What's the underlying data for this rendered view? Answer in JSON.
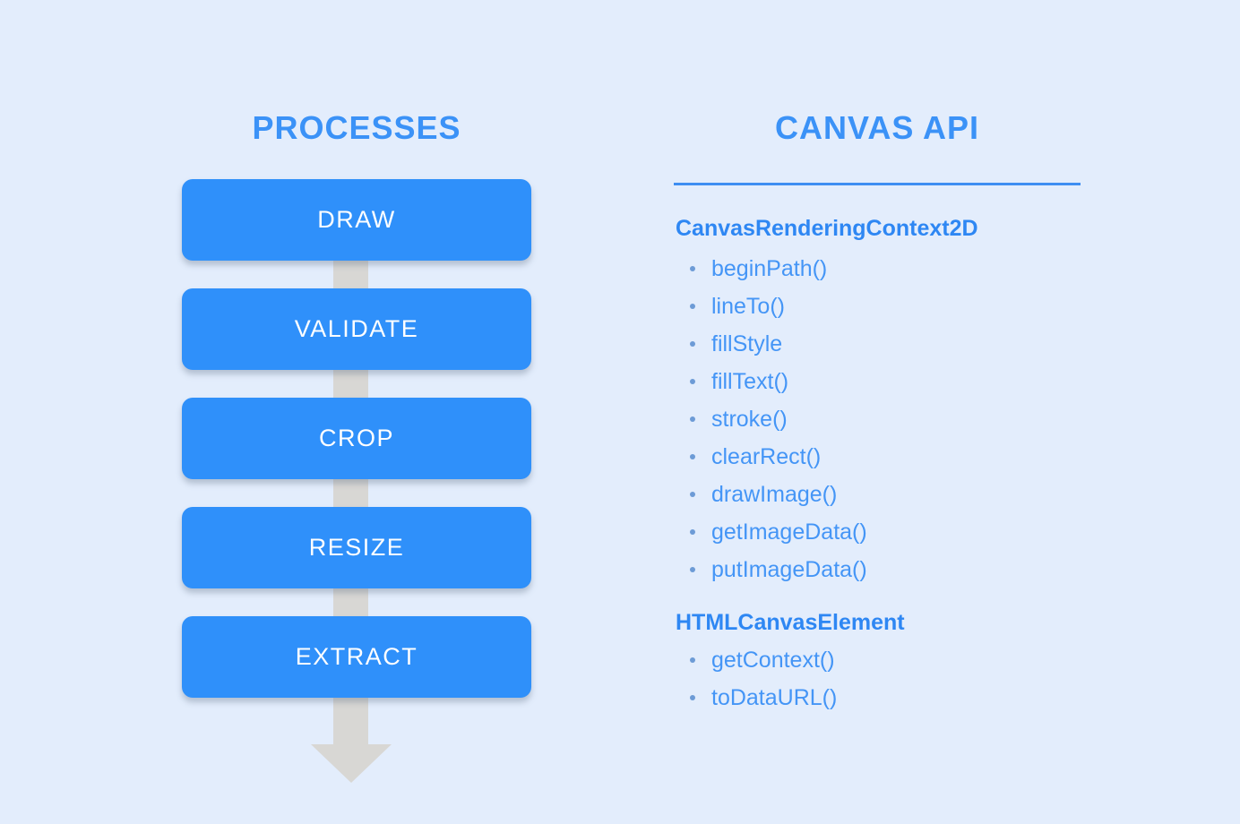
{
  "colors": {
    "background": "#e3edfc",
    "accent_blue": "#2f90fa",
    "title_blue": "#3b92f7",
    "heading_blue": "#2e87f3",
    "item_blue": "#4495f6",
    "arrow_gray": "#d8d7d4",
    "step_text": "#ffffff"
  },
  "processes": {
    "title": "PROCESSES",
    "steps": [
      "DRAW",
      "VALIDATE",
      "CROP",
      "RESIZE",
      "EXTRACT"
    ]
  },
  "canvas_api": {
    "title": "CANVAS API",
    "sections": [
      {
        "heading": "CanvasRenderingContext2D",
        "items": [
          "beginPath()",
          "lineTo()",
          "fillStyle",
          "fillText()",
          "stroke()",
          "clearRect()",
          "drawImage()",
          "getImageData()",
          "putImageData()"
        ]
      },
      {
        "heading": "HTMLCanvasElement",
        "items": [
          "getContext()",
          "toDataURL()"
        ]
      }
    ]
  }
}
